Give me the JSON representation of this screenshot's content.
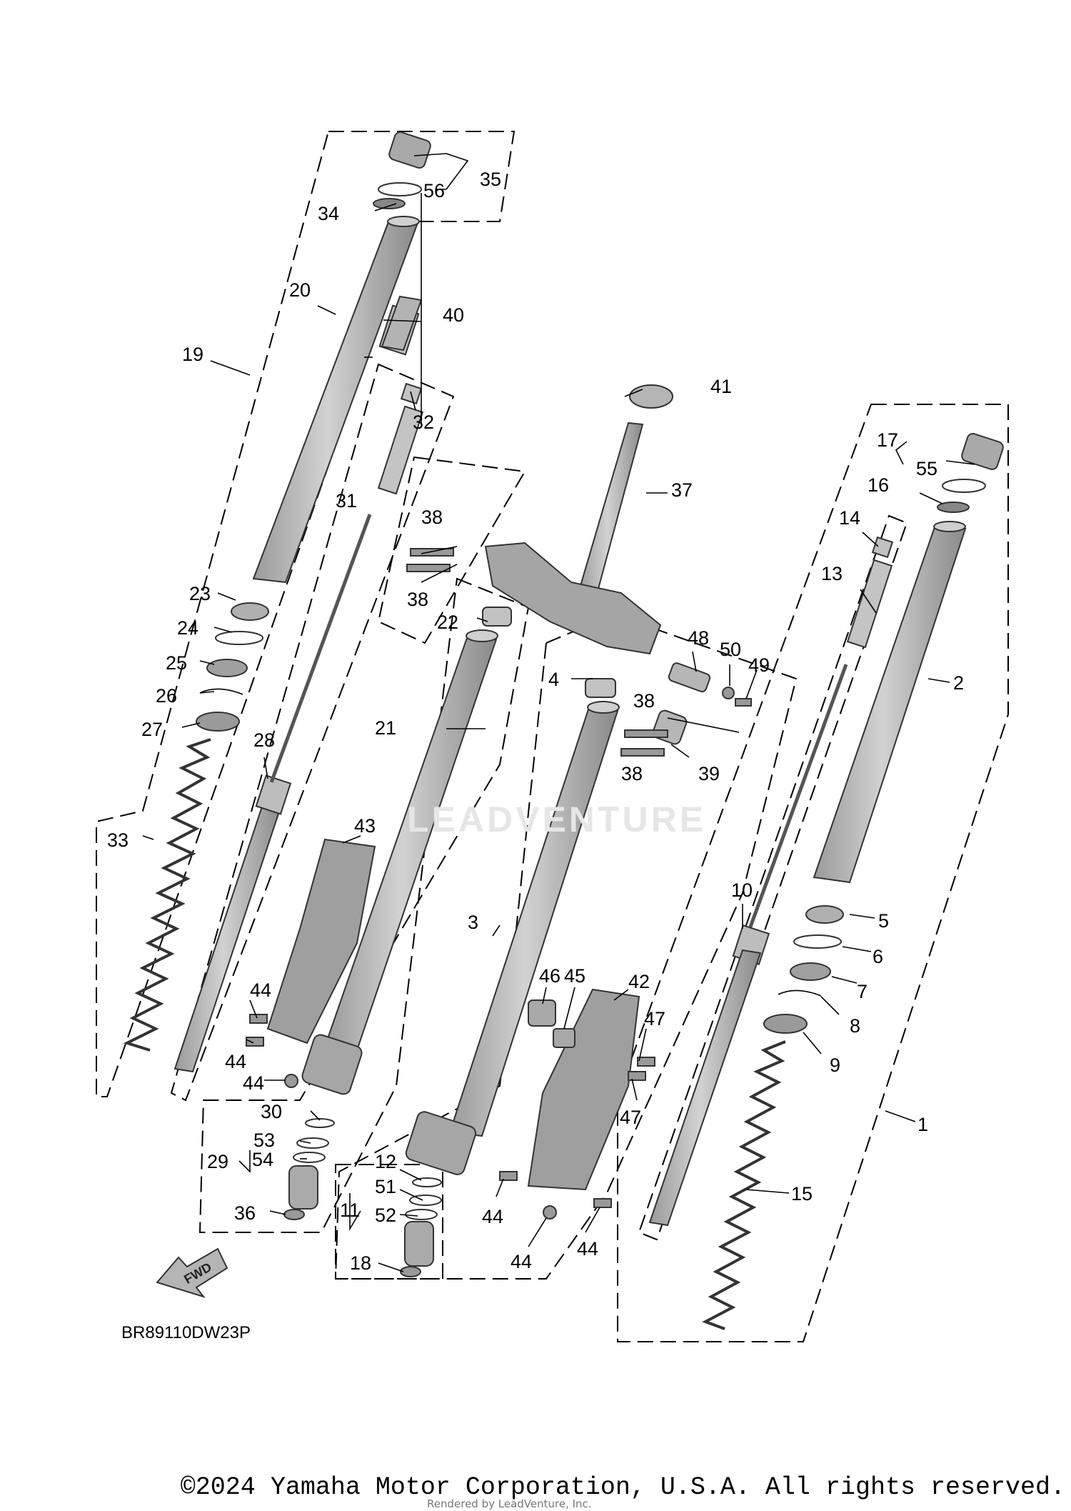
{
  "diagram_code": "BR89110DW23P",
  "copyright": "©2024 Yamaha Motor Corporation, U.S.A. All rights reserved.",
  "rendered_by": "Rendered by LeadVenture, Inc.",
  "watermark": "LEADVENTURE",
  "fwd_arrow": "FWD",
  "callouts": {
    "c1": "1",
    "c2": "2",
    "c3": "3",
    "c4": "4",
    "c5": "5",
    "c6": "6",
    "c7": "7",
    "c8": "8",
    "c9": "9",
    "c10": "10",
    "c11": "11",
    "c12": "12",
    "c13": "13",
    "c14": "14",
    "c15": "15",
    "c16": "16",
    "c17": "17",
    "c18": "18",
    "c19": "19",
    "c20": "20",
    "c21": "21",
    "c22": "22",
    "c23": "23",
    "c24": "24",
    "c25": "25",
    "c26": "26",
    "c27": "27",
    "c28": "28",
    "c29": "29",
    "c30": "30",
    "c31": "31",
    "c32": "32",
    "c33": "33",
    "c34": "34",
    "c35": "35",
    "c36": "36",
    "c37": "37",
    "c38": "38",
    "c39": "39",
    "c40": "40",
    "c41": "41",
    "c42": "42",
    "c43": "43",
    "c44": "44",
    "c45": "45",
    "c46": "46",
    "c47": "47",
    "c48": "48",
    "c49": "49",
    "c50": "50",
    "c51": "51",
    "c52": "52",
    "c53": "53",
    "c54": "54",
    "c55": "55",
    "c56": "56"
  },
  "colors": {
    "part_fill": "#b8b8b8",
    "part_dark": "#8c8c8c",
    "line": "#000000"
  }
}
